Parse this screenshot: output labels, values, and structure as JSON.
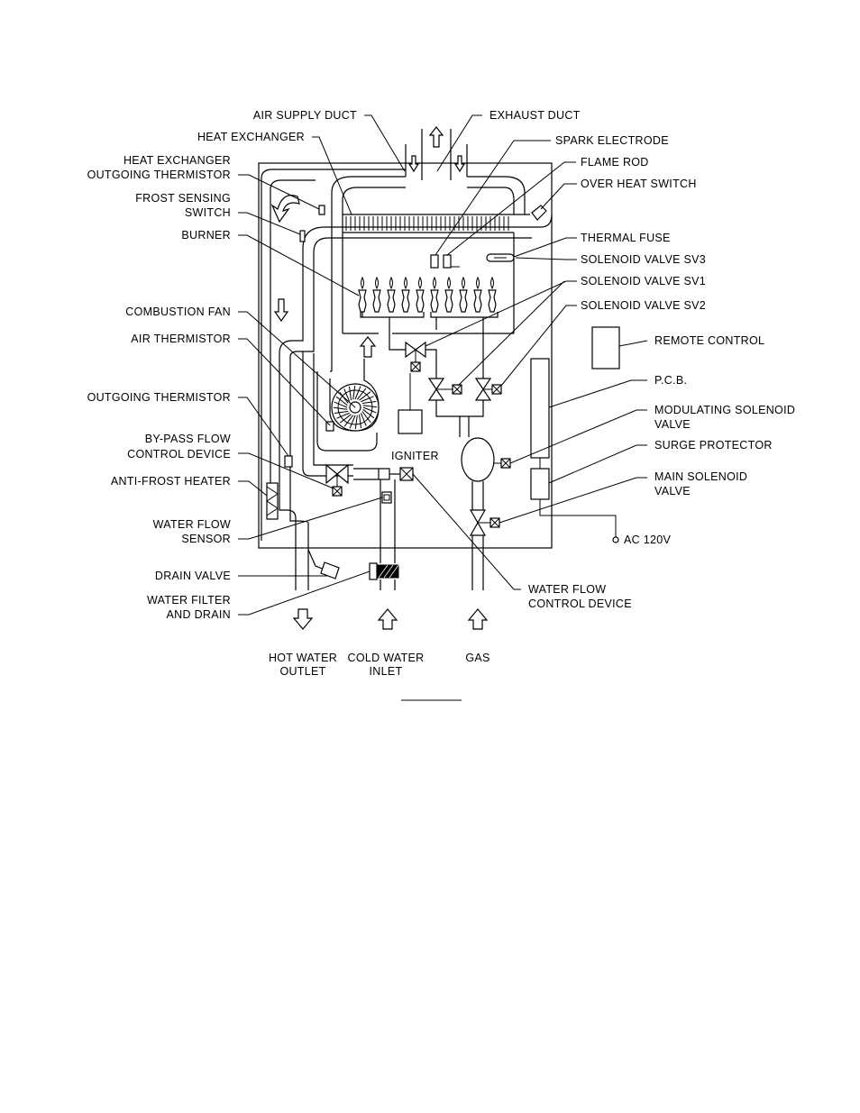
{
  "labels": {
    "air_supply_duct": "AIR SUPPLY DUCT",
    "exhaust_duct": "EXHAUST DUCT",
    "heat_exchanger": "HEAT EXCHANGER",
    "spark_electrode": "SPARK ELECTRODE",
    "hx_outgoing_thermistor_1": "HEAT EXCHANGER",
    "hx_outgoing_thermistor_2": "OUTGOING THERMISTOR",
    "flame_rod": "FLAME ROD",
    "frost_sensing_switch_1": "FROST SENSING",
    "frost_sensing_switch_2": "SWITCH",
    "over_heat_switch": "OVER HEAT SWITCH",
    "burner": "BURNER",
    "thermal_fuse": "THERMAL FUSE",
    "solenoid_valve_sv3": "SOLENOID VALVE SV3",
    "solenoid_valve_sv1": "SOLENOID VALVE SV1",
    "combustion_fan": "COMBUSTION FAN",
    "solenoid_valve_sv2": "SOLENOID VALVE SV2",
    "air_thermistor": "AIR THERMISTOR",
    "remote_control": "REMOTE CONTROL",
    "pcb": "P.C.B.",
    "outgoing_thermistor": "OUTGOING THERMISTOR",
    "modulating_solenoid_valve_1": "MODULATING SOLENOID",
    "modulating_solenoid_valve_2": "VALVE",
    "bypass_flow_control_1": "BY-PASS FLOW",
    "bypass_flow_control_2": "CONTROL DEVICE",
    "surge_protector": "SURGE PROTECTOR",
    "igniter": "IGNITER",
    "anti_frost_heater": "ANTI-FROST HEATER",
    "main_solenoid_valve_1": "MAIN SOLENOID",
    "main_solenoid_valve_2": "VALVE",
    "water_flow_sensor_1": "WATER FLOW",
    "water_flow_sensor_2": "SENSOR",
    "ac_120v": "AC 120V",
    "drain_valve": "DRAIN VALVE",
    "water_filter_drain_1": "WATER FILTER",
    "water_filter_drain_2": "AND DRAIN",
    "water_flow_control_1": "WATER FLOW",
    "water_flow_control_2": "CONTROL DEVICE",
    "hot_water_outlet_1": "HOT WATER",
    "hot_water_outlet_2": "OUTLET",
    "cold_water_inlet_1": "COLD WATER",
    "cold_water_inlet_2": "INLET",
    "gas": "GAS"
  }
}
